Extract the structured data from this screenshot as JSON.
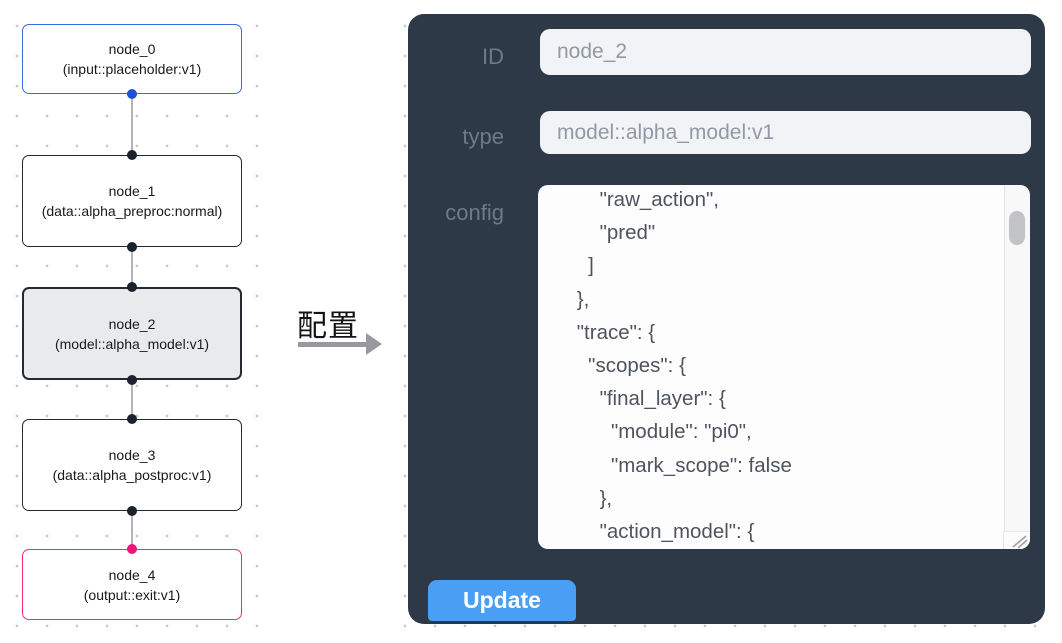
{
  "flow": {
    "nodes": [
      {
        "name": "node_0",
        "type_label": "(input::placeholder:v1)"
      },
      {
        "name": "node_1",
        "type_label": "(data::alpha_preproc:normal)"
      },
      {
        "name": "node_2",
        "type_label": "(model::alpha_model:v1)"
      },
      {
        "name": "node_3",
        "type_label": "(data::alpha_postproc:v1)"
      },
      {
        "name": "node_4",
        "type_label": "(output::exit:v1)"
      }
    ],
    "selected_node": "node_2"
  },
  "annotation": {
    "label": "配置"
  },
  "config_panel": {
    "fields": {
      "id": {
        "label": "ID",
        "value": "node_2"
      },
      "type": {
        "label": "type",
        "value": "model::alpha_model:v1"
      },
      "config": {
        "label": "config",
        "value": "        \"raw_action\",\n        \"pred\"\n      ]\n    },\n    \"trace\": {\n      \"scopes\": {\n        \"final_layer\": {\n          \"module\": \"pi0\",\n          \"mark_scope\": false\n        },\n        \"action_model\": {"
      }
    },
    "update_button_label": "Update"
  },
  "colors": {
    "panel_background": "#2d3947",
    "button_blue": "#4a9ef3",
    "input_node_border": "#3a6ae0",
    "output_node_border": "#ee2e80",
    "selected_node_fill": "#e9eaeb",
    "default_node_border": "#242a34",
    "input_port_blue": "#1e52d6",
    "output_port_pink": "#f01478"
  }
}
